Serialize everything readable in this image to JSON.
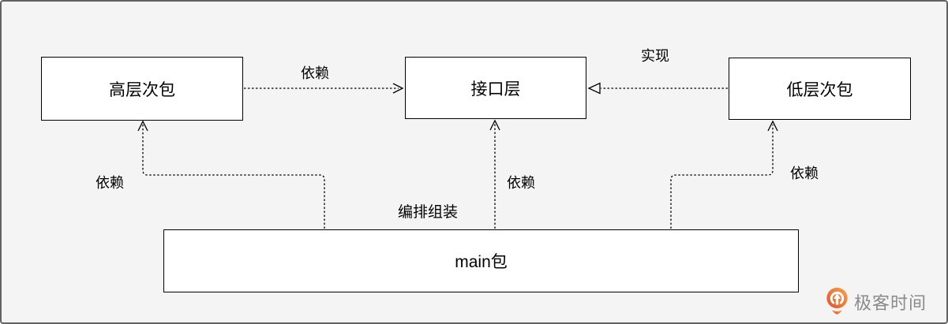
{
  "diagram": {
    "nodes": {
      "high": {
        "label": "高层次包"
      },
      "interface": {
        "label": "接口层"
      },
      "low": {
        "label": "低层次包"
      },
      "main": {
        "label": "main包"
      }
    },
    "edge_labels": {
      "high_to_interface": "依赖",
      "low_to_interface": "实现",
      "main_to_interface": "依赖",
      "main_to_high": "依赖",
      "main_to_low": "依赖",
      "main_assembly": "编排组装"
    },
    "colors": {
      "canvas_bg": "#f4f4f4",
      "node_bg": "#ffffff",
      "stroke": "#000000",
      "frame_border": "#626262"
    }
  },
  "watermark": {
    "brand_name": "极客时间",
    "icon": "geektime-logo",
    "text_color": "#8a8a8a",
    "icon_gradient_start": "#f6a54f",
    "icon_gradient_end": "#e0512a"
  }
}
